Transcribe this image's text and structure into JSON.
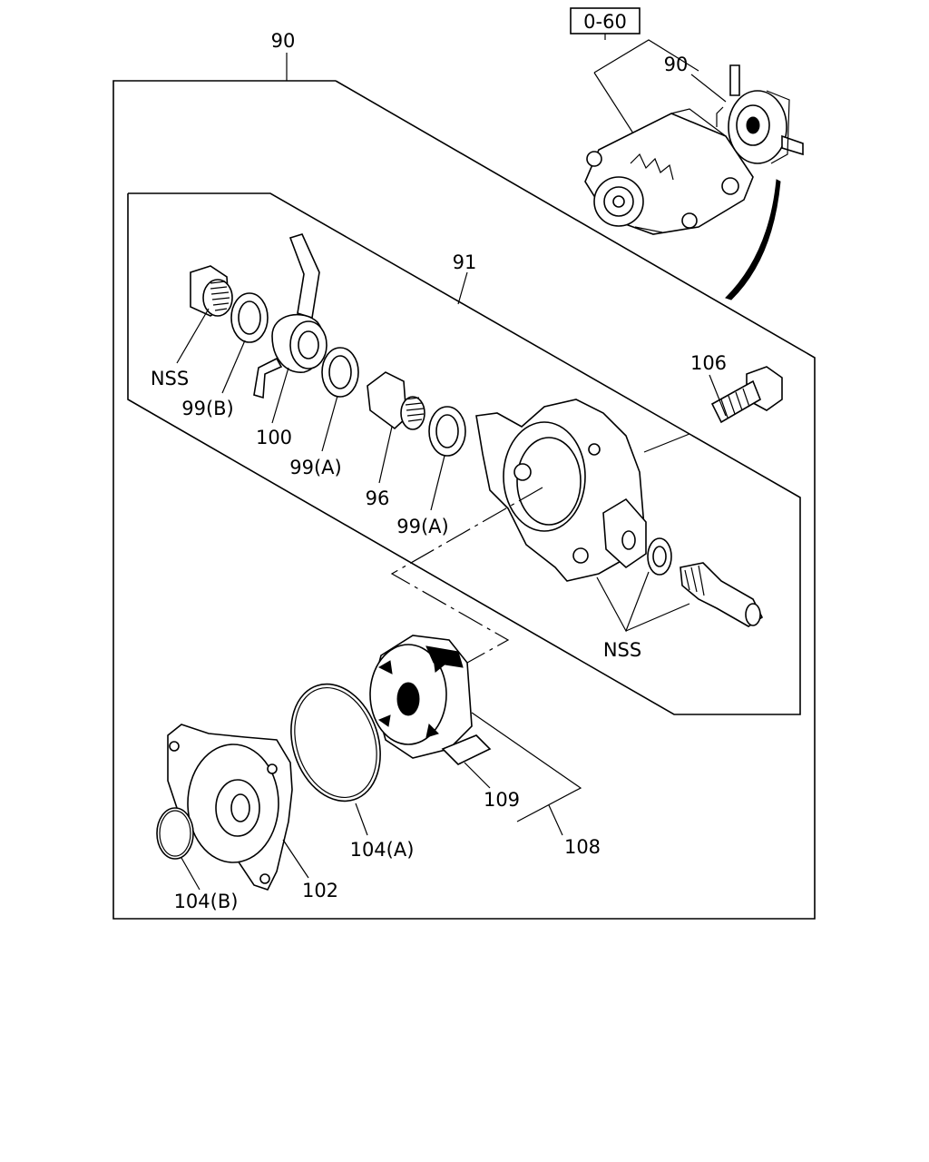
{
  "ref_box": "0-60",
  "labels": {
    "l90_top": "90",
    "l90_inset": "90",
    "l91": "91",
    "l106": "106",
    "l_nss_left": "NSS",
    "l99b": "99(B)",
    "l100": "100",
    "l99a_1": "99(A)",
    "l96": "96",
    "l99a_2": "99(A)",
    "l_nss_right": "NSS",
    "l109": "109",
    "l108": "108",
    "l104a": "104(A)",
    "l104b": "104(B)",
    "l102": "102"
  }
}
